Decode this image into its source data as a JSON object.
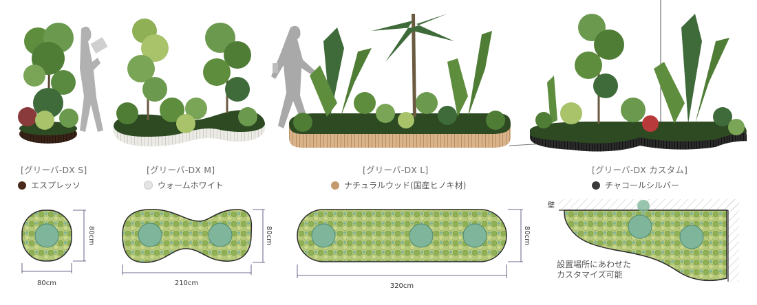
{
  "products": [
    {
      "name": "[グリーバ-DX S]",
      "color_label": "エスプレッソ",
      "color": "#4a2a1a"
    },
    {
      "name": "[グリーバ-DX M]",
      "color_label": "ウォームホワイト",
      "color": "#dcdcdc"
    },
    {
      "name": "[グリーバ-DX L]",
      "color_label": "ナチュラルウッド(国産ヒノキ材)",
      "color": "#c49a6c"
    },
    {
      "name": "[グリーバ-DX カスタム]",
      "color_label": "チャコールシルバー",
      "color": "#3a3a3a"
    }
  ],
  "dimensions": {
    "s_width": "80cm",
    "s_depth": "80cm",
    "m_width": "210cm",
    "m_depth": "80cm",
    "l_width": "320cm",
    "l_depth": "80cm"
  },
  "custom": {
    "wall_label": "壁",
    "note": "設置場所にあわせた\nカスタマイズ可能"
  },
  "colors": {
    "foliage_dark": "#3f6b3a",
    "foliage_mid": "#6b9a4f",
    "foliage_light": "#a8c36a",
    "plan_fill": "#b6c97a",
    "plan_circle": "#7fb59a",
    "silhouette": "#a9a9a9"
  }
}
